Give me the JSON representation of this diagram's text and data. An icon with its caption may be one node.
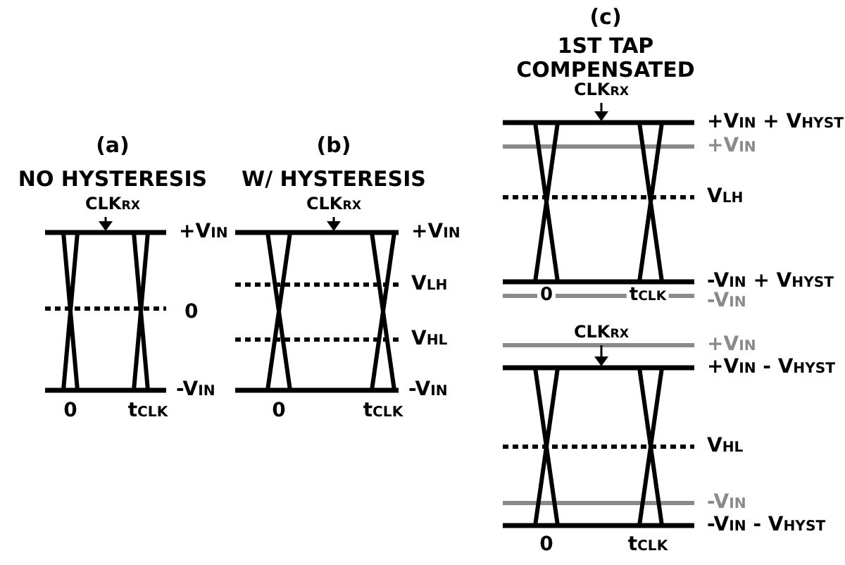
{
  "diagram": {
    "labels": [
      "(a)",
      "NO HYSTERESIS",
      "CLK$_{RX}$",
      "+V$_{IN}$",
      "0",
      "-V$_{IN}$",
      "0",
      "t$_{CLK}$",
      "(b)",
      "W/ HYSTERESIS",
      "CLK$_{RX}$",
      "+V$_{IN}$",
      "V$_{LH}$",
      "V$_{HL}$",
      "-V$_{IN}$",
      "0",
      "t$_{CLK}$",
      "(c)",
      "1ST TAP COMPENSATED",
      "CLK$_{RX}$",
      "+V$_{IN}$ + V$_{HYST}$",
      "+V$_{IN}$",
      "V$_{LH}$",
      "0",
      "t$_{CLK}$",
      "-V$_{IN}$ + V$_{HYST}$",
      "-V$_{IN}$",
      "CLK$_{RX}$",
      "+V$_{IN}$",
      "+V$_{IN}$ - V$_{HYST}$",
      "V$_{HL}$",
      "-V$_{IN}$",
      "-V$_{IN}$ - V$_{HYST}$",
      "0",
      "t$_{CLK}$"
    ]
  }
}
